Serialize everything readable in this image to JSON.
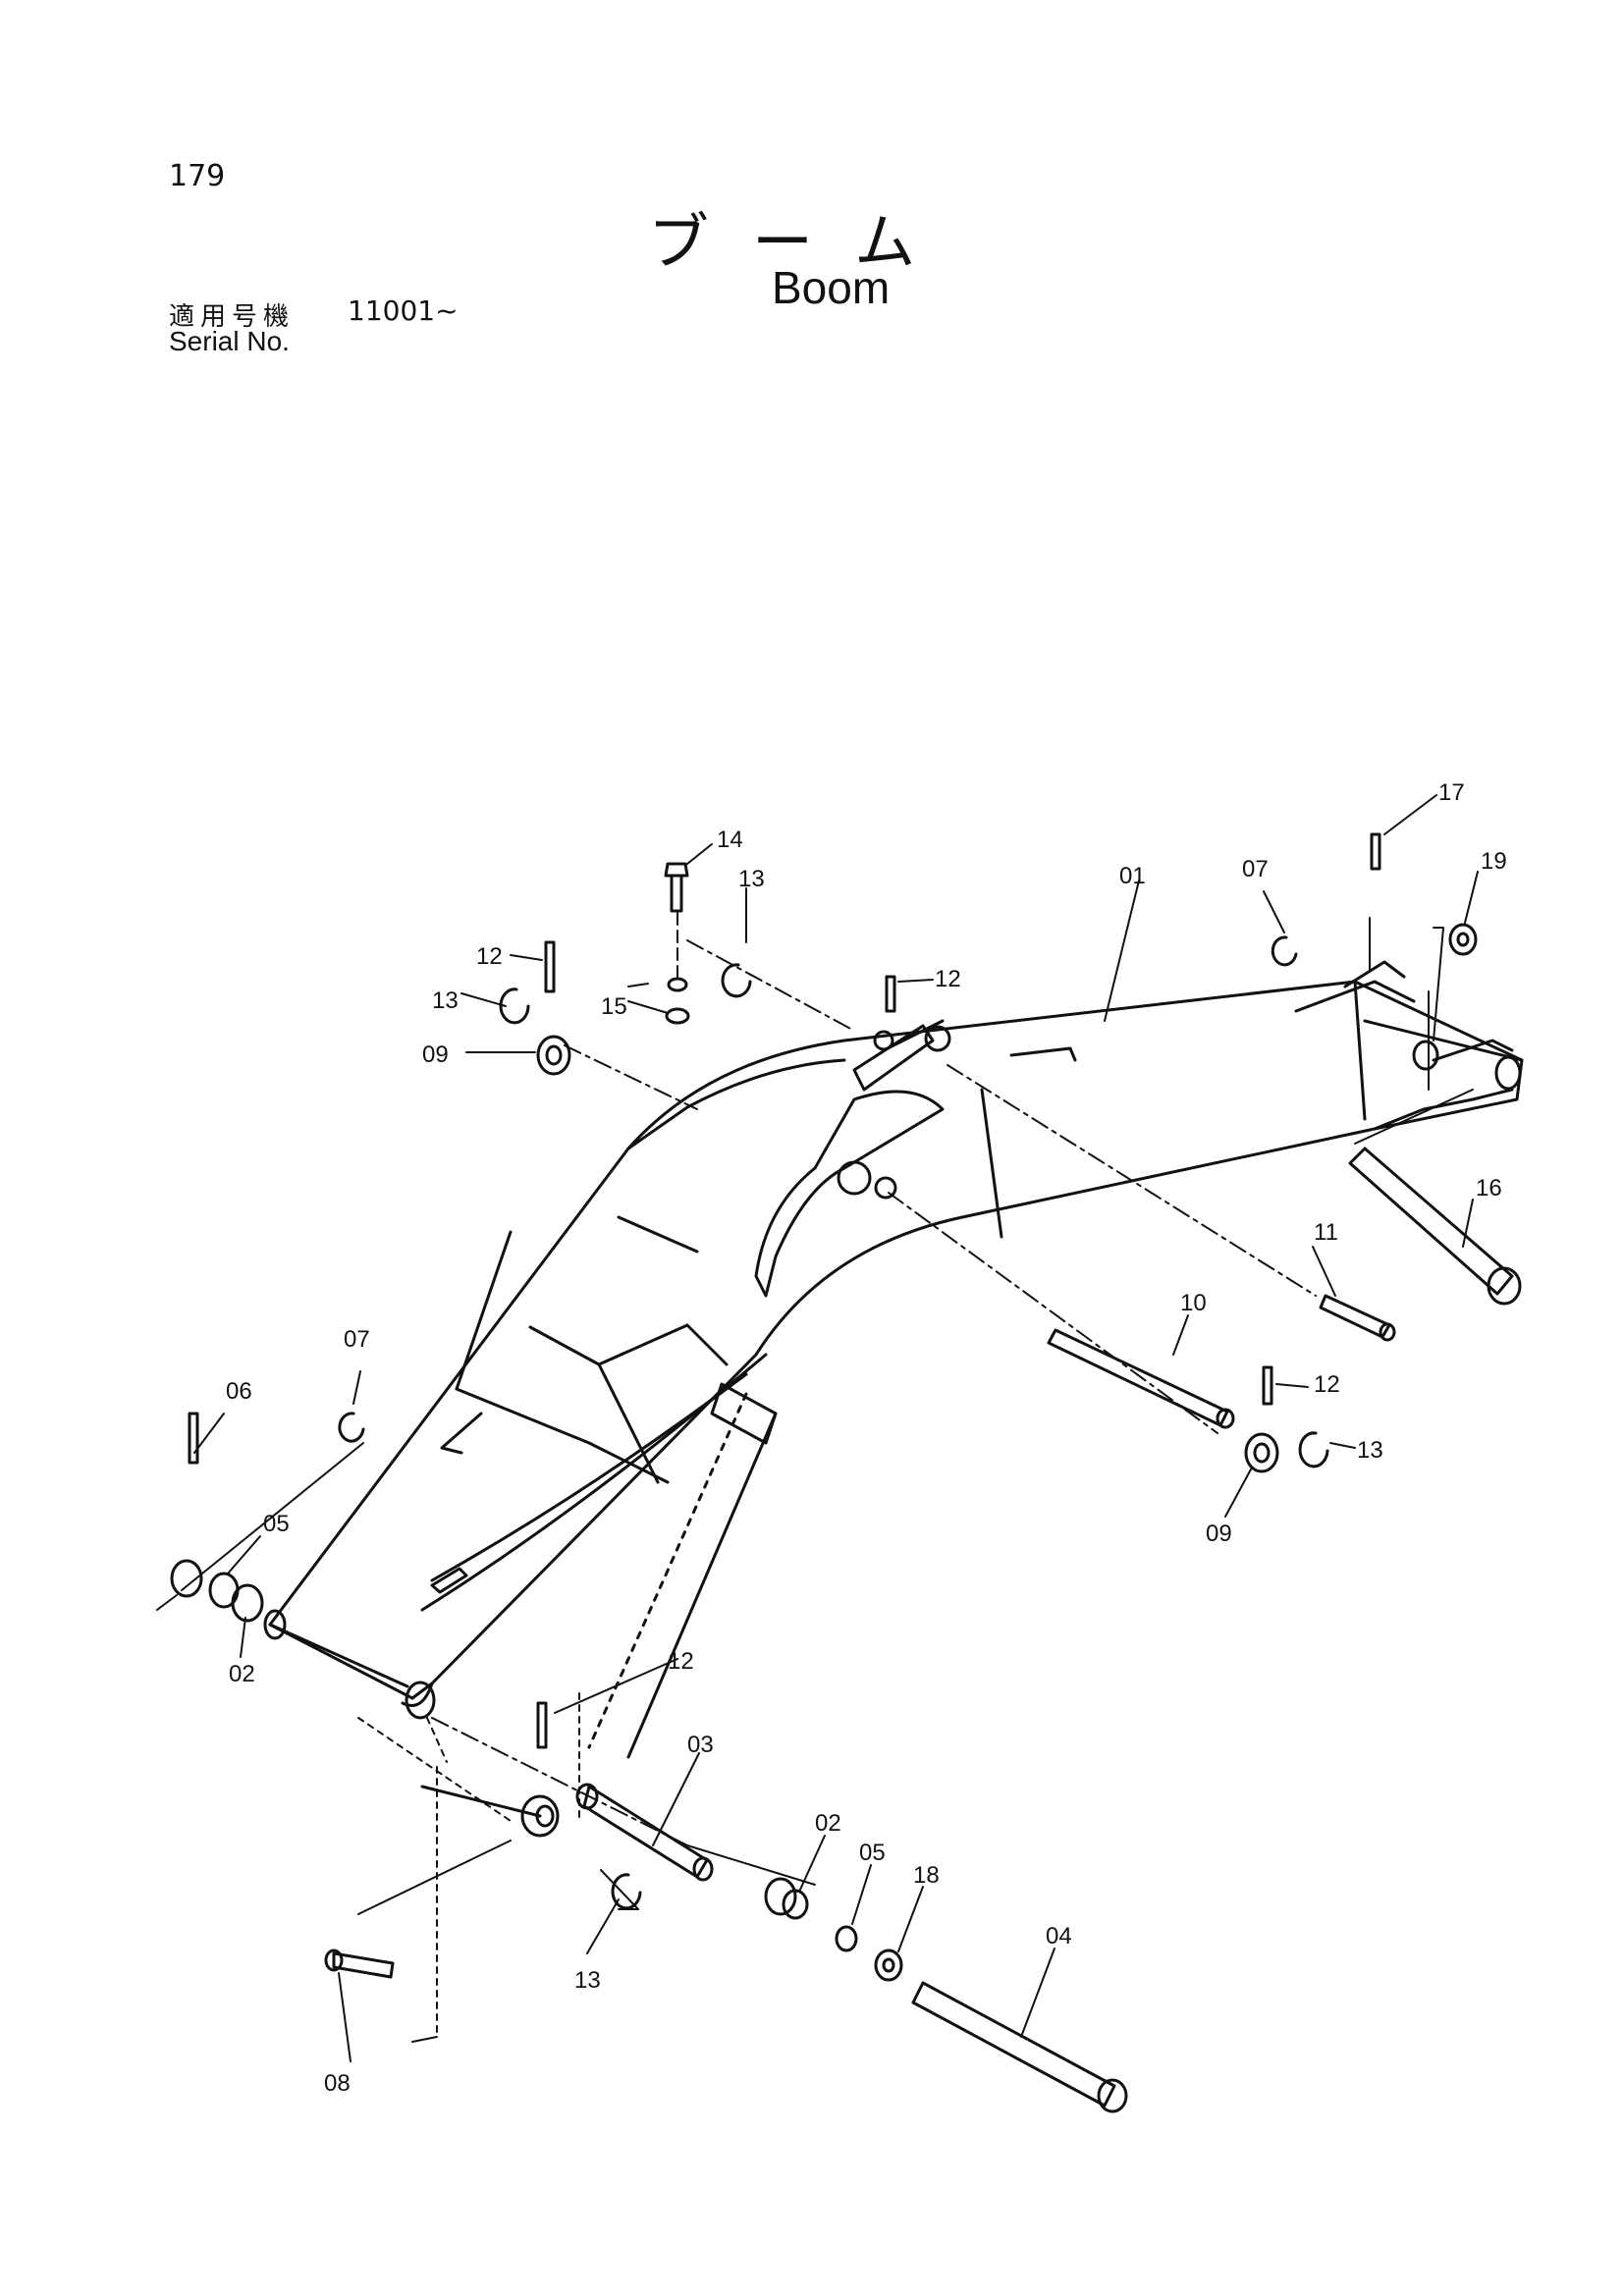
{
  "header": {
    "page_number": "179",
    "title_jp": "ブーム",
    "title_en": "Boom",
    "serial_label_jp": "適用号機",
    "serial_value": "11001~",
    "serial_label_en": "Serial No."
  },
  "diagram": {
    "callouts": {
      "c01": "01",
      "c02a": "02",
      "c02b": "02",
      "c03": "03",
      "c04": "04",
      "c05a": "05",
      "c05b": "05",
      "c06": "06",
      "c07a": "07",
      "c07b": "07",
      "c08": "08",
      "c09a": "09",
      "c09b": "09",
      "c10": "10",
      "c11": "11",
      "c12a": "12",
      "c12b": "12",
      "c12c": "12",
      "c12d": "12",
      "c13a": "13",
      "c13b": "13",
      "c13c": "13",
      "c13d": "13",
      "c14": "14",
      "c15": "15",
      "c16": "16",
      "c17": "17",
      "c18": "18",
      "c19": "19"
    }
  }
}
